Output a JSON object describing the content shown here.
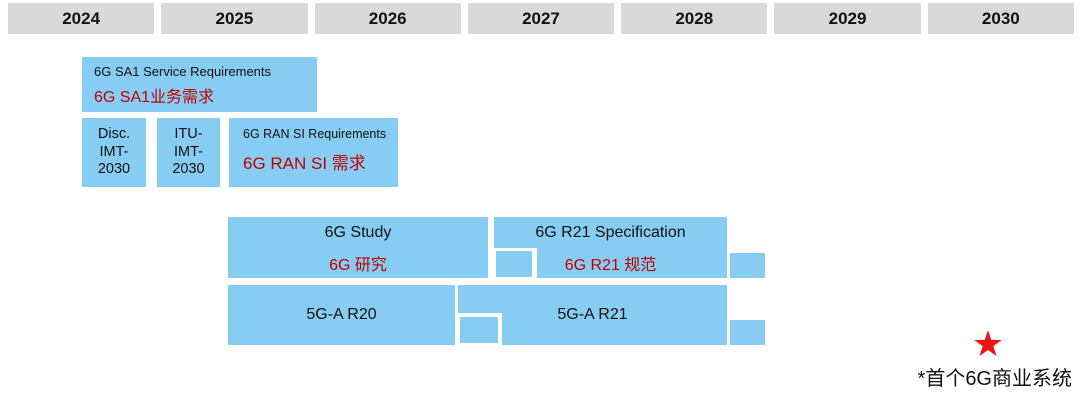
{
  "timeline": {
    "years": [
      "2024",
      "2025",
      "2026",
      "2027",
      "2028",
      "2029",
      "2030"
    ]
  },
  "bars": {
    "sa1": {
      "en": "6G SA1 Service Requirements",
      "cn": "6G SA1业务需求"
    },
    "disc": {
      "line1": "Disc.",
      "line2": "IMT-",
      "line3": "2030"
    },
    "itu": {
      "line1": "ITU-",
      "line2": "IMT-",
      "line3": "2030"
    },
    "ran": {
      "en": "6G RAN SI Requirements",
      "cn": "6G RAN SI 需求"
    },
    "study": {
      "en": "6G Study",
      "cn": "6G 研究"
    },
    "spec": {
      "en": "6G R21 Specification",
      "cn": "6G R21 规范"
    },
    "r20": {
      "label": "5G-A R20"
    },
    "r21": {
      "label": "5G-A R21"
    }
  },
  "footnote": {
    "star": "★",
    "label": "*首个6G商业系统"
  },
  "colors": {
    "bar_blue": "#87CCF3",
    "band_gray": "#D9D9D9",
    "accent_red": "#C00000",
    "star_red": "#EE1111"
  }
}
